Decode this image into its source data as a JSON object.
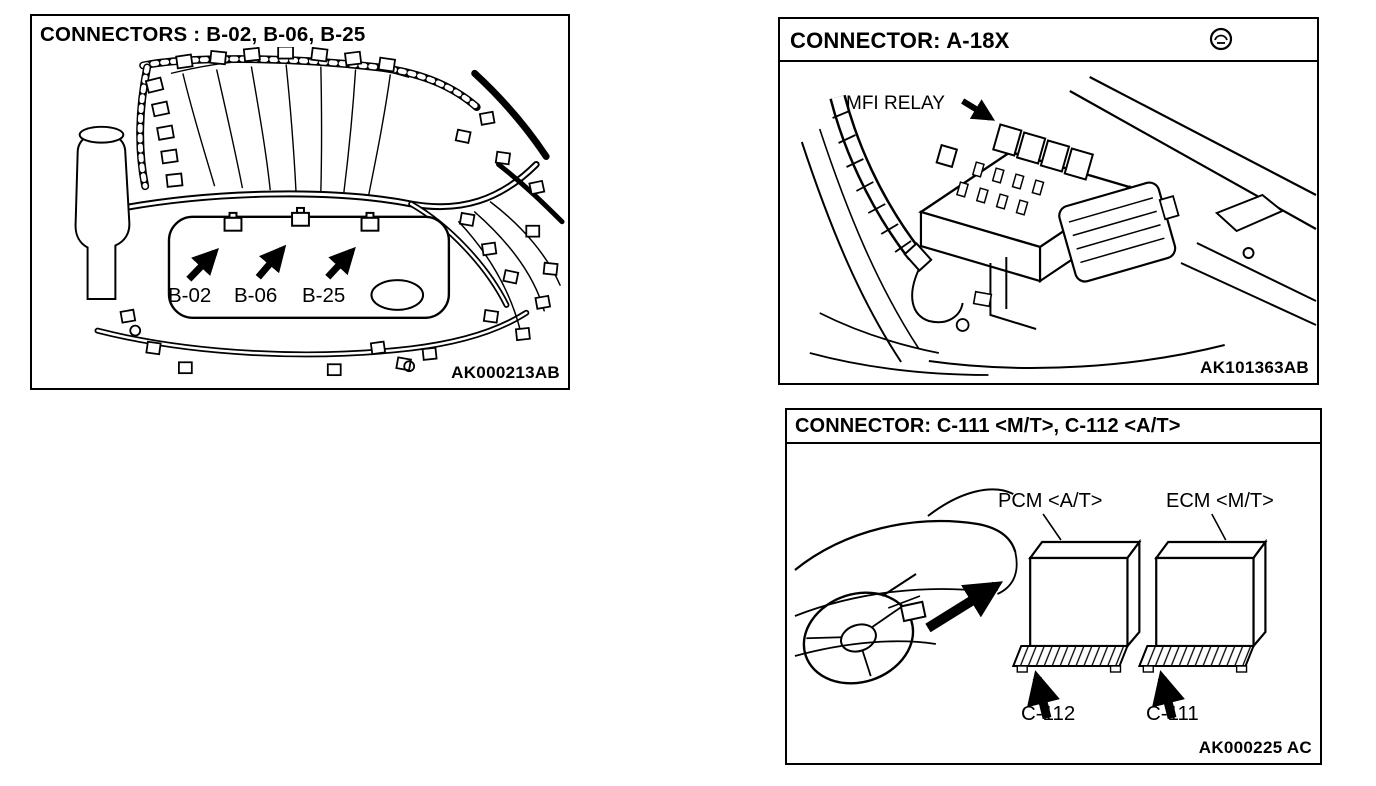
{
  "document": {
    "paper": "#ffffff",
    "ink": "#000000"
  },
  "panels": {
    "connectors_b": {
      "title": "CONNECTORS : B-02, B-06, B-25",
      "labels": [
        "B-02",
        "B-06",
        "B-25"
      ],
      "code": "AK000213AB"
    },
    "connector_a18x": {
      "title": "CONNECTOR: A-18X",
      "callout": "MFI RELAY",
      "code": "AK101363AB"
    },
    "connector_c": {
      "title": "CONNECTOR: C-111 <M/T>, C-112 <A/T>",
      "module_labels": {
        "pcm": "PCM <A/T>",
        "ecm": "ECM <M/T>"
      },
      "connector_labels": [
        "C-112",
        "C-111"
      ],
      "code": "AK000225 AC"
    }
  }
}
